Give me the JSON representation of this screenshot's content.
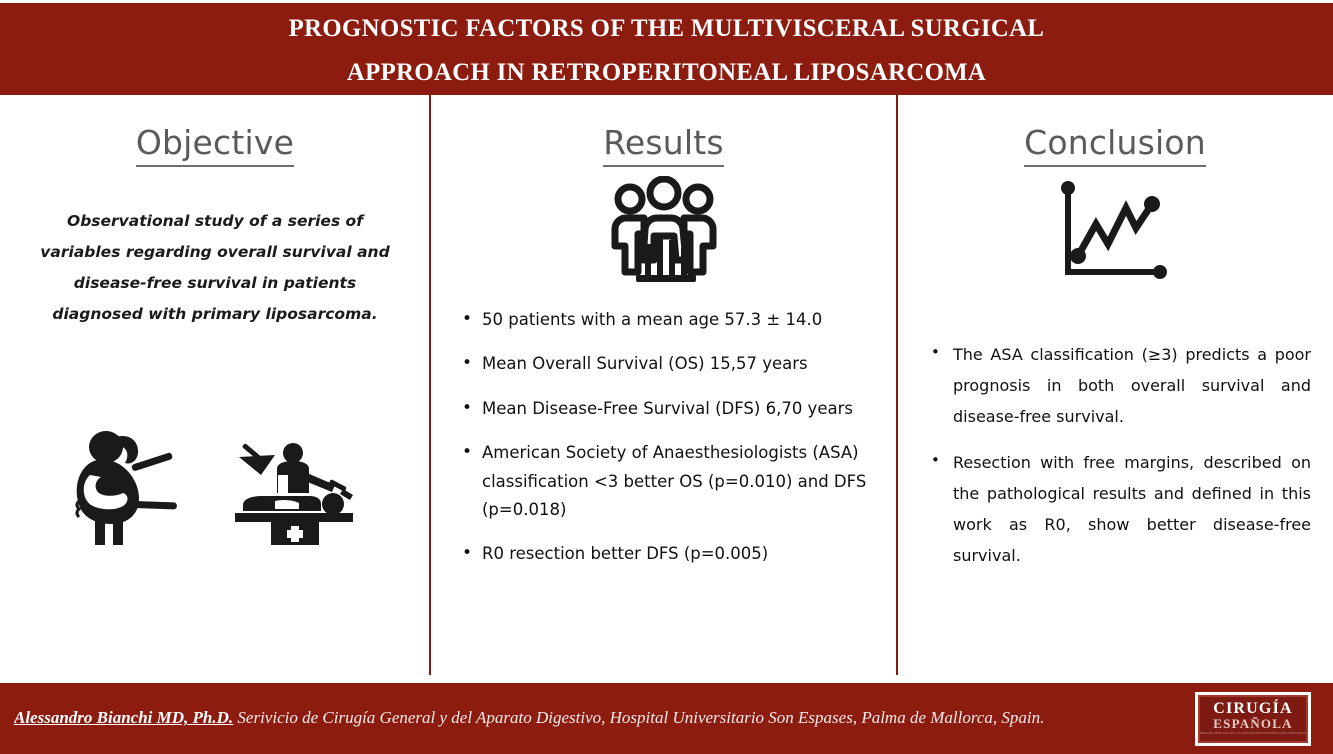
{
  "header": {
    "title_line1": "PROGNOSTIC FACTORS OF THE MULTIVISCERAL SURGICAL",
    "title_line2": "APPROACH IN RETROPERITONEAL LIPOSARCOMA",
    "background_color": "#8c1c10",
    "text_color": "#ffffff"
  },
  "columns": {
    "objective": {
      "heading": "Objective",
      "body": "Observational study of a series of variables regarding overall survival and disease-free survival in patients diagnosed with primary liposarcoma.",
      "icons": [
        "abdominal-pain-person-icon",
        "surgery-operating-table-icon"
      ]
    },
    "results": {
      "heading": "Results",
      "icon": "group-of-people-icon",
      "bullets": [
        "50 patients with a mean age 57.3 ± 14.0",
        "Mean Overall Survival (OS) 15,57 years",
        "Mean Disease-Free Survival (DFS) 6,70 years",
        "American Society of Anaesthesiologists (ASA) classification <3  better OS (p=0.010) and DFS (p=0.018)",
        "R0 resection better DFS (p=0.005)"
      ]
    },
    "conclusion": {
      "heading": "Conclusion",
      "icon": "line-chart-icon",
      "bullets": [
        "The ASA classification (≥3) predicts a poor prognosis in both overall survival and disease-free survival.",
        "Resection with free margins, described on the pathological results and defined in this work as R0, show better disease-free survival."
      ]
    }
  },
  "footer": {
    "author": "Alessandro Bianchi MD, Ph.D.",
    "affiliation": "Serivicio de Cirugía General y del Aparato Digestivo, Hospital Universitario Son Espases, Palma de Mallorca, Spain.",
    "background_color": "#8c1c10",
    "logo": {
      "line1": "CIRUGÍA",
      "line2": "ESPAÑOLA",
      "line3": "ÓRGANO OFICIAL DE LA ASOCIACIÓN ESPAÑOLA DE CIRUJANOS"
    }
  },
  "theme": {
    "brand_red": "#8c1c10",
    "divider_red": "#7d1b12",
    "heading_gray": "#5a5a5a",
    "body_black": "#111111"
  }
}
